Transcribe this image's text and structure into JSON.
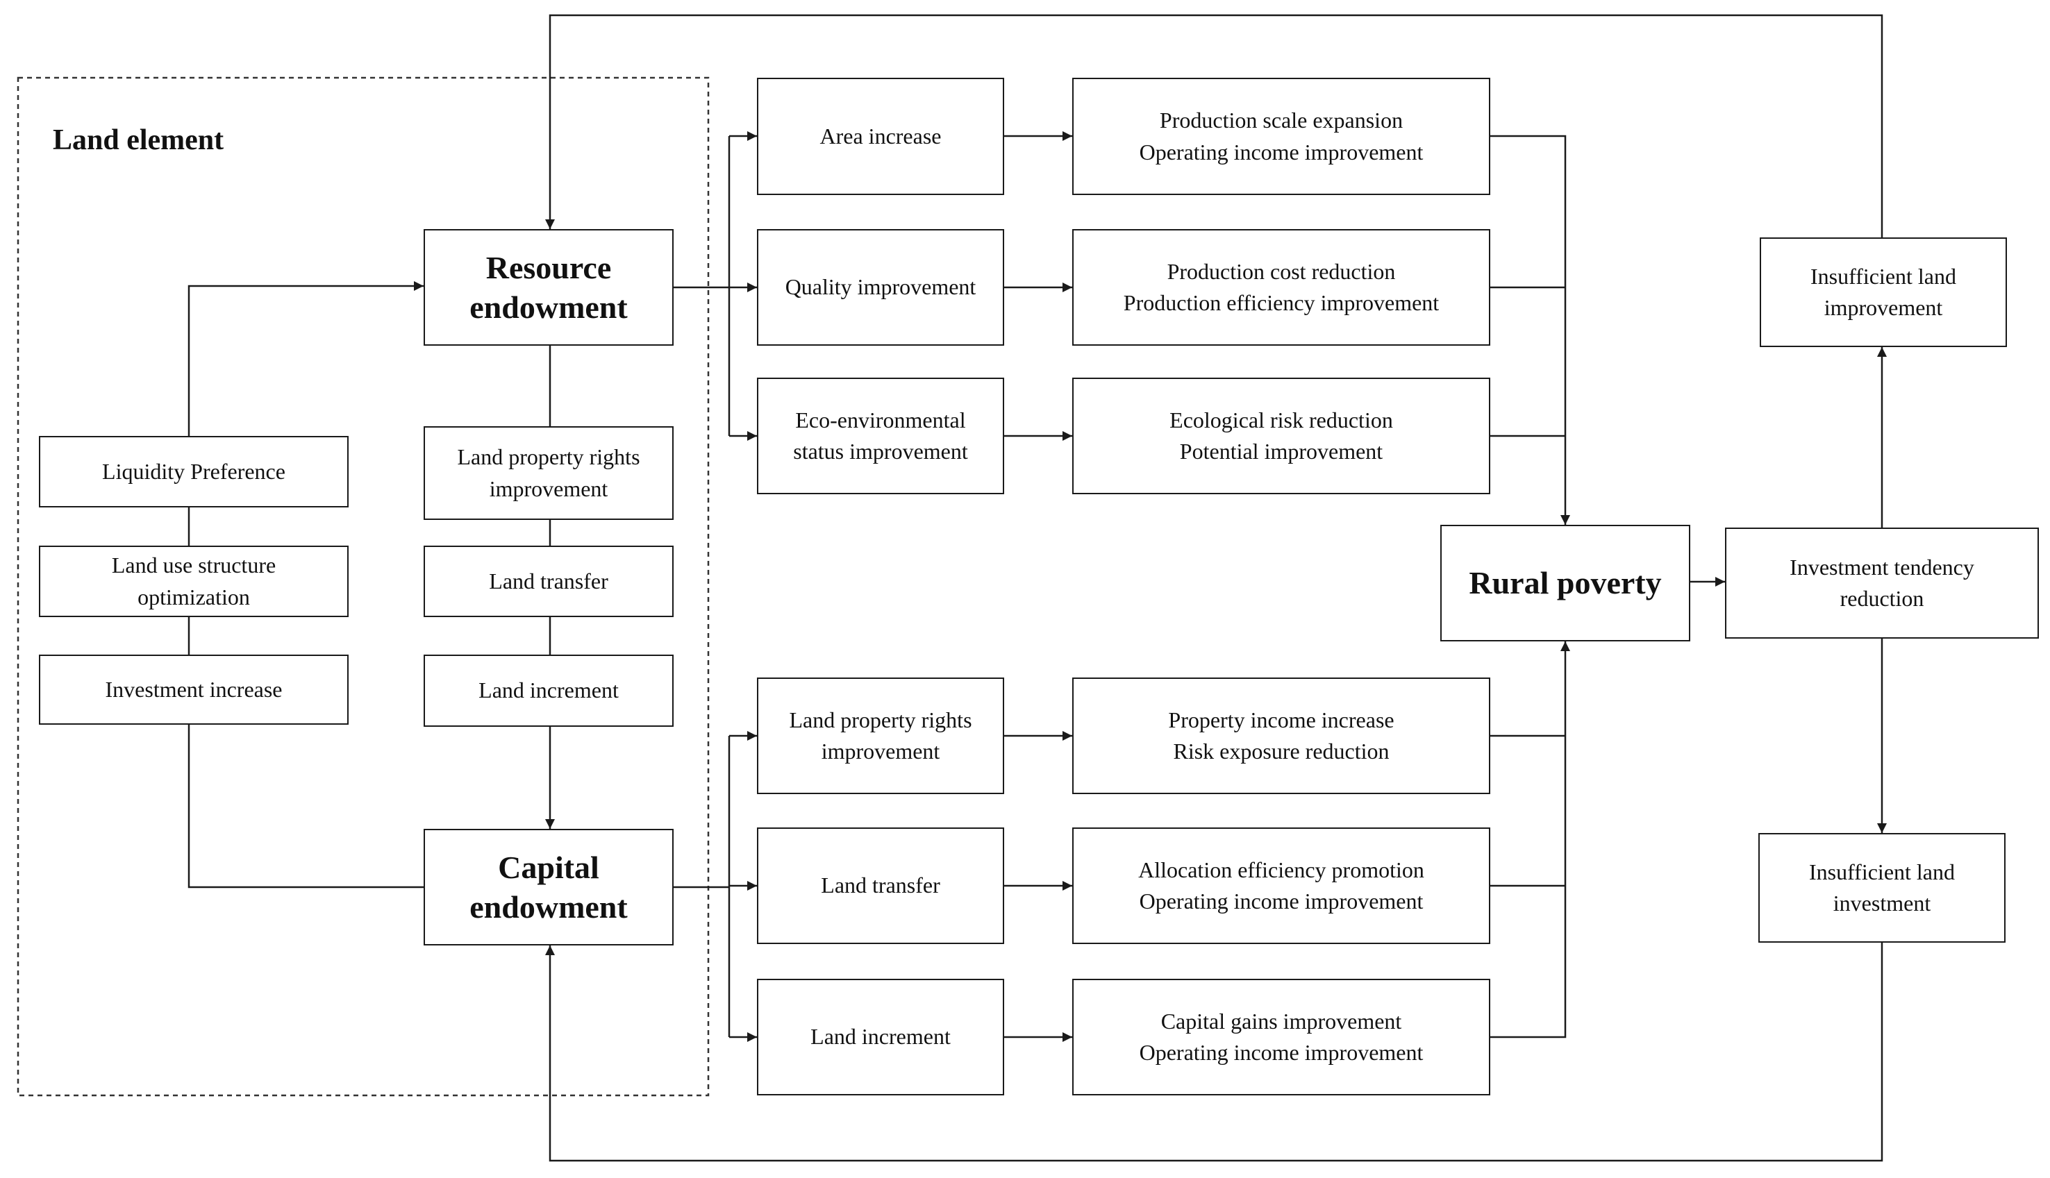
{
  "region": {
    "title": "Land element"
  },
  "nodes": {
    "resource_endowment": {
      "lines": [
        "Resource",
        "endowment"
      ]
    },
    "capital_endowment": {
      "lines": [
        "Capital",
        "endowment"
      ]
    },
    "liquidity_preference": {
      "lines": [
        "Liquidity Preference"
      ]
    },
    "land_use_structure": {
      "lines": [
        "Land use structure",
        "optimization"
      ]
    },
    "investment_increase": {
      "lines": [
        "Investment increase"
      ]
    },
    "land_property_rights_left": {
      "lines": [
        "Land property rights",
        "improvement"
      ]
    },
    "land_transfer_left": {
      "lines": [
        "Land transfer"
      ]
    },
    "land_increment_left": {
      "lines": [
        "Land increment"
      ]
    },
    "area_increase": {
      "lines": [
        "Area increase"
      ]
    },
    "quality_improvement": {
      "lines": [
        "Quality improvement"
      ]
    },
    "eco_environmental": {
      "lines": [
        "Eco-environmental",
        "status improvement"
      ]
    },
    "land_property_rights_mid": {
      "lines": [
        "Land property rights",
        "improvement"
      ]
    },
    "land_transfer_mid": {
      "lines": [
        "Land transfer"
      ]
    },
    "land_increment_mid": {
      "lines": [
        "Land increment"
      ]
    },
    "production_scale": {
      "lines": [
        "Production scale expansion",
        "Operating income improvement"
      ]
    },
    "production_cost": {
      "lines": [
        "Production cost reduction",
        "Production efficiency improvement"
      ]
    },
    "ecological_risk": {
      "lines": [
        "Ecological risk reduction",
        "Potential improvement"
      ]
    },
    "property_income": {
      "lines": [
        "Property income increase",
        "Risk exposure reduction"
      ]
    },
    "allocation_efficiency": {
      "lines": [
        "Allocation efficiency promotion",
        "Operating income improvement"
      ]
    },
    "capital_gains": {
      "lines": [
        "Capital gains improvement",
        "Operating income improvement"
      ]
    },
    "rural_poverty": {
      "lines": [
        "Rural poverty"
      ]
    },
    "investment_tendency": {
      "lines": [
        "Investment tendency",
        "reduction"
      ]
    },
    "insufficient_improvement": {
      "lines": [
        "Insufficient land",
        "improvement"
      ]
    },
    "insufficient_investment": {
      "lines": [
        "Insufficient land",
        "investment"
      ]
    }
  }
}
